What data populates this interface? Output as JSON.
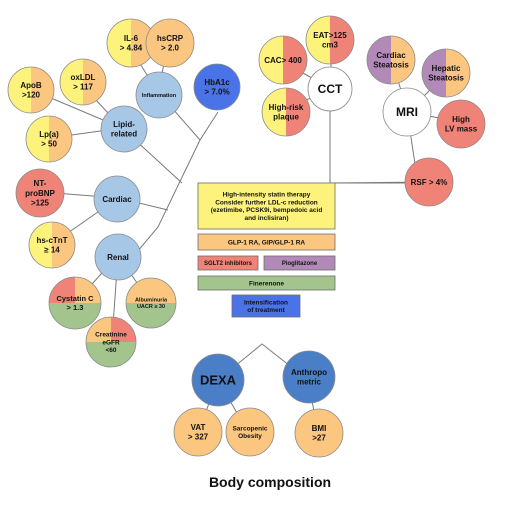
{
  "colors": {
    "red": "#f08378",
    "yellow": "#fdf27c",
    "orange": "#fbc67f",
    "green": "#a3c48c",
    "lightblue": "#a7c7e7",
    "blue": "#4a73e8",
    "midblue": "#4a7fc7",
    "purple": "#b28ab8",
    "white": "#ffffff",
    "line": "#7a7a7a"
  },
  "circles": {
    "il6": "IL-6\n> 4.84",
    "hscrp": "hsCRP\n> 2.0",
    "hba1c": "HbA1c\n> 7.0%",
    "inflammation": "Inflammation",
    "apob": "ApoB\n>120",
    "oxldl": "oxLDL\n> 117",
    "lpa": "Lp(a)\n> 50",
    "lipid": "Lipid-\nrelated",
    "ntprobnp": "NT-\nproBNP\n>125",
    "cardiac": "Cardiac",
    "hsctnt": "hs-cTnT\n≥ 14",
    "renal": "Renal",
    "cystatin": "Cystatin C\n> 1.3",
    "albuminuria": "Albuminuria\nUACR ≥ 30",
    "creatinine": "Creatinine\neGFR\n<60",
    "eat": "EAT>125\ncm3",
    "cac": "CAC> 400",
    "cct": "CCT",
    "highrisk": "High-risk\nplaque",
    "cardiacsteatosis": "Cardiac\nSteatosis",
    "hepatic": "Hepatic\nSteatosis",
    "mri": "MRI",
    "highlv": "High\nLV mass",
    "rsf": "RSF > 4%",
    "dexa": "DEXA",
    "anthro": "Anthropo\nmetric",
    "vat": "VAT\n> 327",
    "sarcopenic": "Sarcopenic\nObesity",
    "bmi": "BMI\n>27"
  },
  "boxes": {
    "statin": "High-intensity statin therapy\nConsider further LDL-c reduction\n(ezetimibe, PCSK9i, bempedoic acid\nand inclisiran)",
    "glp1": "GLP-1 RA, GIP/GLP-1 RA",
    "sglt2": "SGLT2 inhibitors",
    "pioglitazone": "Pioglitazone",
    "finerenone": "Finerenone",
    "intensification": "Intensification\nof treatment"
  },
  "footer": {
    "title": "Body composition"
  }
}
